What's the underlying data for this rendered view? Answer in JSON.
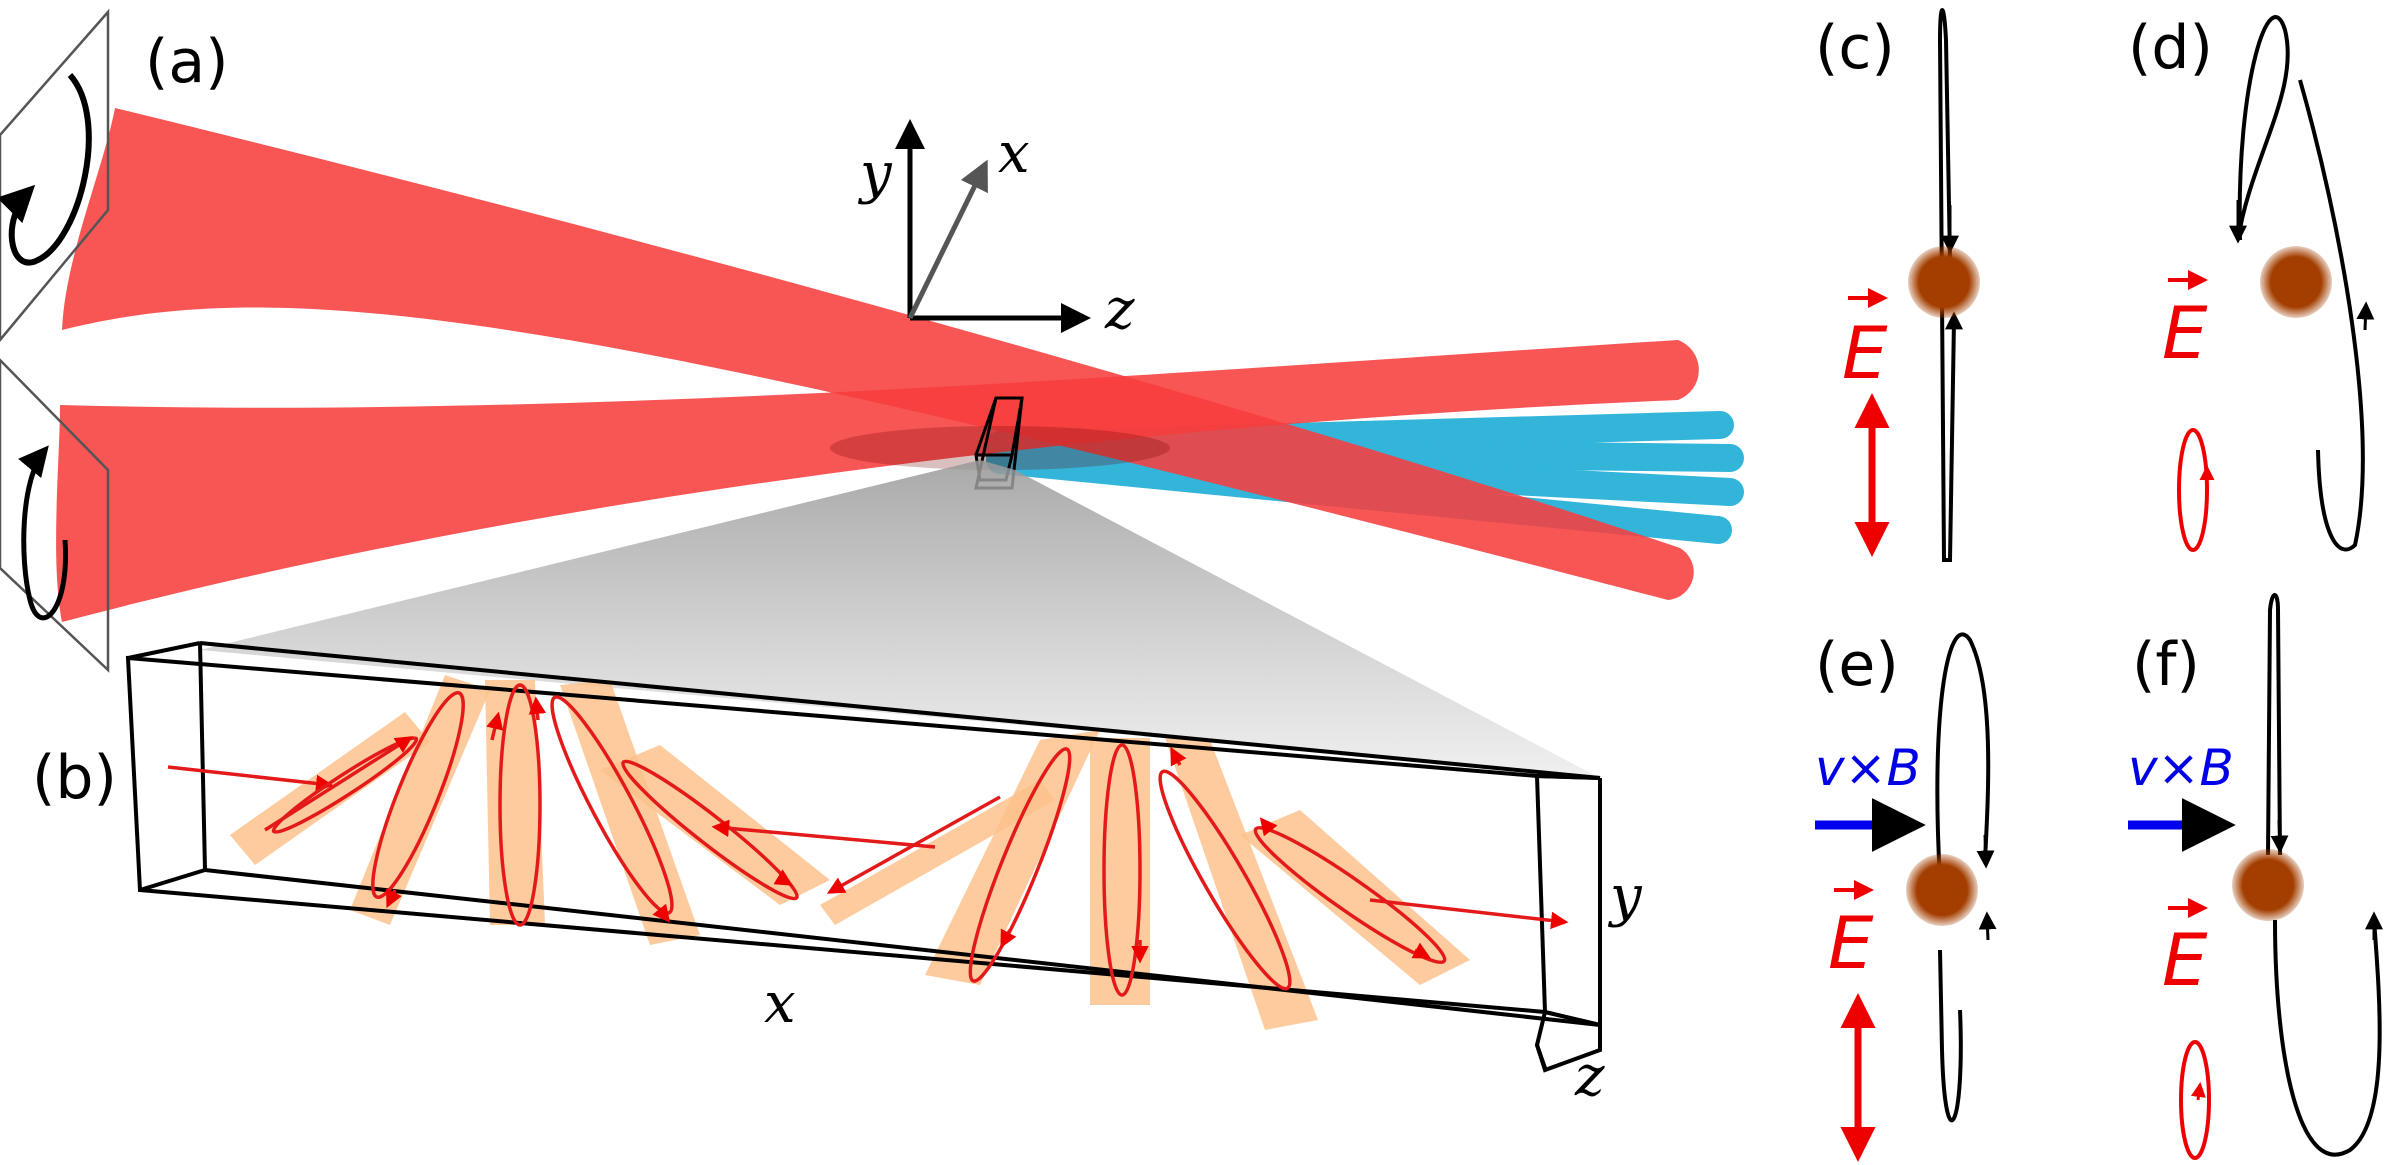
{
  "panels": {
    "a": {
      "label": "(a)"
    },
    "b": {
      "label": "(b)"
    },
    "c": {
      "label": "(c)",
      "field_label": "E"
    },
    "d": {
      "label": "(d)",
      "field_label": "E"
    },
    "e": {
      "label": "(e)",
      "field_label": "E",
      "force_label": "v×B"
    },
    "f": {
      "label": "(f)",
      "field_label": "E",
      "force_label": "v×B"
    }
  },
  "axes_3d": {
    "x": "x",
    "y": "y",
    "z": "z"
  },
  "box_axes": {
    "x": "x",
    "y": "y",
    "z": "z"
  },
  "colors": {
    "laser": "#f73d3d",
    "harmonics": "#33b5da",
    "polarization": "#e41a1a",
    "polarization_band": "#fdc28c",
    "particle": "#a33e00",
    "force": "#0000ee",
    "field": "#ee0000"
  },
  "icons": [
    "circular-polarization-icon",
    "particle-icon",
    "force-arrow-icon",
    "field-arrow-icon"
  ]
}
